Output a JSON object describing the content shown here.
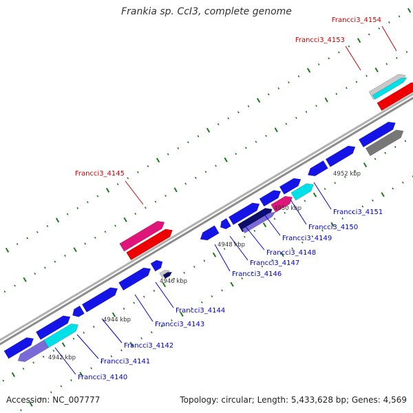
{
  "title": "Frankia sp. CcI3, complete genome",
  "footer": {
    "accession": "Accession: NC_007777",
    "summary": "Topology: circular; Length: 5,433,628 bp; Genes: 4,569"
  },
  "colors": {
    "backbone": "#8c8c8c",
    "tick": "#1a7a1a",
    "label_highlight": "#cc0000",
    "label_normal": "#0000cc",
    "blue": "#1414e6",
    "cyan": "#00e0e8",
    "magenta": "#e0157a",
    "red": "#ee0000",
    "lavender": "#7a6ad8",
    "navy": "#0d0d6a",
    "gray": "#777777",
    "lightgray": "#c8c8c8"
  },
  "scale": {
    "labels": [
      {
        "text": "4942 kbp",
        "kbp": 4942
      },
      {
        "text": "4944 kbp",
        "kbp": 4944
      },
      {
        "text": "4946 kbp",
        "kbp": 4946
      },
      {
        "text": "4948 kbp",
        "kbp": 4948
      },
      {
        "text": "4950 kbp",
        "kbp": 4950
      },
      {
        "text": "4952 kbp",
        "kbp": 4952
      }
    ]
  },
  "genes": [
    {
      "label": "Francci3_4140",
      "highlight": false
    },
    {
      "label": "Francci3_4141",
      "highlight": false
    },
    {
      "label": "Francci3_4142",
      "highlight": false
    },
    {
      "label": "Francci3_4143",
      "highlight": false
    },
    {
      "label": "Francci3_4144",
      "highlight": false
    },
    {
      "label": "Francci3_4145",
      "highlight": true
    },
    {
      "label": "Francci3_4146",
      "highlight": false
    },
    {
      "label": "Francci3_4147",
      "highlight": false
    },
    {
      "label": "Francci3_4148",
      "highlight": false
    },
    {
      "label": "Francci3_4149",
      "highlight": false
    },
    {
      "label": "Francci3_4150",
      "highlight": false
    },
    {
      "label": "Francci3_4151",
      "highlight": false
    },
    {
      "label": "Francci3_4153",
      "highlight": true
    },
    {
      "label": "Francci3_4154",
      "highlight": true
    }
  ]
}
